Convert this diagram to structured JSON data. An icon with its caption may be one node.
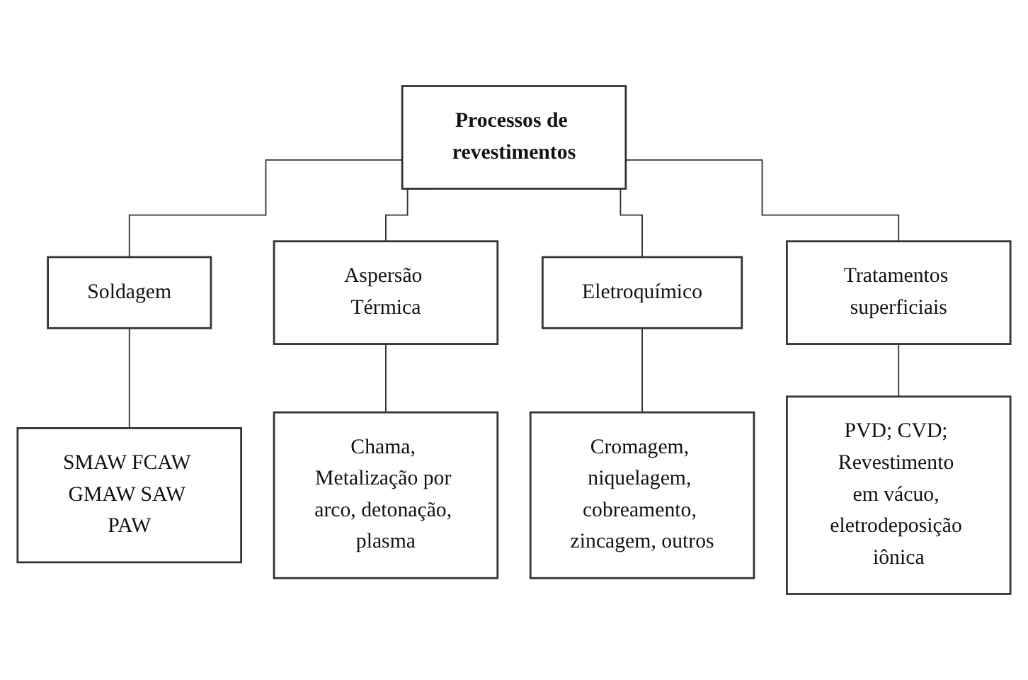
{
  "diagram": {
    "nodes": [
      {
        "text": [
          "Processos de revestimentos"
        ]
      },
      {
        "text": [
          "Soldagem"
        ]
      },
      {
        "text": [
          "Aspersão Térmica"
        ]
      },
      {
        "text": [
          "Eletroquímico"
        ]
      },
      {
        "text": [
          "Tratamentos superficiais"
        ]
      },
      {
        "text": [
          "SMAW FCAW GMAW SAW PAW"
        ]
      },
      {
        "text": [
          "Chama, Metalização por arco, detonação, plasma"
        ]
      },
      {
        "text": [
          "Cromagem, niquelagem, cobreamento, zincagem, outros"
        ]
      },
      {
        "text": [
          "PVD; CVD; Revestimento em vácuo, eletrodeposição iônica"
        ]
      }
    ],
    "edges": [
      {
        "from": 0,
        "to": 1,
        "arrow": "none"
      },
      {
        "from": 0,
        "to": 2,
        "arrow": "none"
      },
      {
        "from": 0,
        "to": 3,
        "arrow": "none"
      },
      {
        "from": 0,
        "to": 4,
        "arrow": "none"
      },
      {
        "from": 1,
        "to": 5,
        "arrow": "none"
      },
      {
        "from": 2,
        "to": 6,
        "arrow": "none"
      },
      {
        "from": 3,
        "to": 7,
        "arrow": "none"
      },
      {
        "from": 4,
        "to": 8,
        "arrow": "none"
      }
    ]
  }
}
